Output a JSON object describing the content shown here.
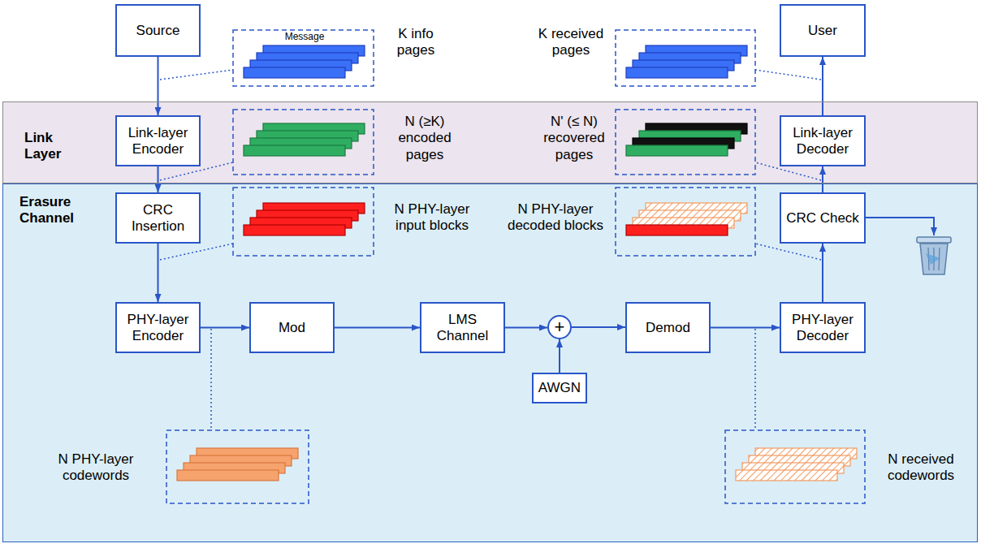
{
  "diagram": {
    "nodes": [
      {
        "text": [
          "Source"
        ]
      },
      {
        "text": [
          "User"
        ]
      },
      {
        "text": [
          "Link Layer"
        ]
      },
      {
        "text": [
          "Link-layer Encoder"
        ],
        "in": 2
      },
      {
        "text": [
          "Link-layer Decoder"
        ],
        "in": 2
      },
      {
        "text": [
          "Erasure Channel"
        ]
      },
      {
        "text": [
          "CRC Insertion"
        ],
        "in": 5
      },
      {
        "text": [
          "CRC Check"
        ],
        "in": 5
      },
      {
        "text": [
          "PHY-layer Encoder"
        ],
        "in": 5
      },
      {
        "text": [
          "Mod"
        ],
        "in": 5
      },
      {
        "text": [
          "LMS Channel"
        ],
        "in": 5
      },
      {
        "text": [
          "+"
        ],
        "in": 5
      },
      {
        "text": [
          "Demod"
        ],
        "in": 5
      },
      {
        "text": [
          "PHY-layer Decoder"
        ],
        "in": 5
      },
      {
        "text": [
          "AWGN"
        ],
        "in": 5
      }
    ],
    "edges": [
      {
        "from": 0,
        "to": 3,
        "arrow": "to"
      },
      {
        "from": 3,
        "to": 6,
        "arrow": "to"
      },
      {
        "from": 6,
        "to": 8,
        "arrow": "to"
      },
      {
        "from": 8,
        "to": 9,
        "arrow": "to"
      },
      {
        "from": 9,
        "to": 10,
        "arrow": "to"
      },
      {
        "from": 10,
        "to": 11,
        "arrow": "to"
      },
      {
        "from": 14,
        "to": 11,
        "arrow": "to"
      },
      {
        "from": 11,
        "to": 12,
        "arrow": "to"
      },
      {
        "from": 12,
        "to": 13,
        "arrow": "to"
      },
      {
        "from": 13,
        "to": 7,
        "arrow": "to"
      },
      {
        "from": 7,
        "to": 4,
        "arrow": "to"
      },
      {
        "from": 4,
        "to": 1,
        "arrow": "to"
      }
    ],
    "labels": [
      "Message",
      "K info pages",
      "K received pages",
      "N (≥K) encoded pages",
      "N' (≤ N) recovered pages",
      "N PHY-layer input blocks",
      "N PHY-layer decoded blocks",
      "N PHY-layer codewords",
      "N received codewords"
    ]
  }
}
